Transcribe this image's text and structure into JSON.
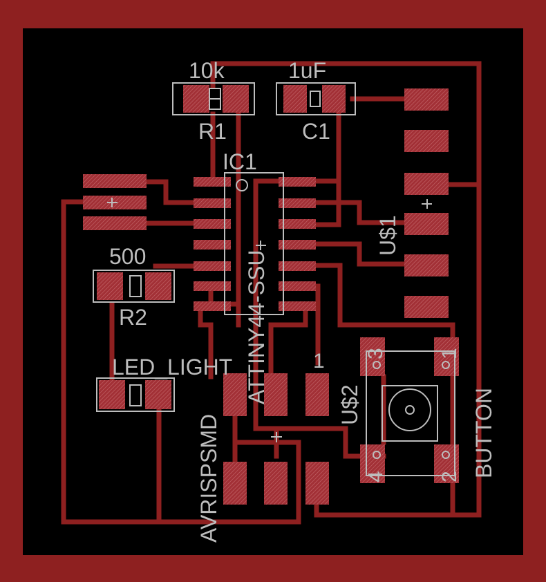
{
  "colors": {
    "background": "#000000",
    "copper": "#8e2020",
    "pad": "#a23036",
    "silk": "#bdbdbd"
  },
  "labels": {
    "r1_value": "10k",
    "r1_name": "R1",
    "c1_value": "1uF",
    "c1_name": "C1",
    "ic1_name": "IC1",
    "ic1_part": "ATTINY44-SSU",
    "r2_value": "500",
    "r2_name": "R2",
    "led_name": "LED_LIGHT",
    "header_name": "U$1",
    "isp_name": "AVRISPSMD",
    "isp_pin1": "1",
    "button_name": "U$2",
    "button_part": "BUTTON",
    "btn_pin1": "1",
    "btn_pin2": "2",
    "btn_pin3": "3",
    "btn_pin4": "4"
  }
}
